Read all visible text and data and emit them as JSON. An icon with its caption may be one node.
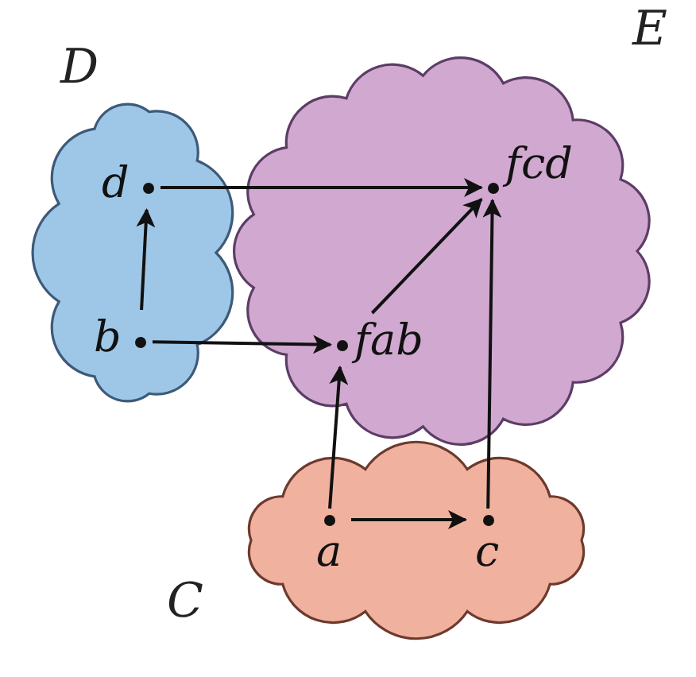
{
  "diagram": {
    "nodes": [
      {
        "text": [
          "D"
        ]
      },
      {
        "text": [
          "d"
        ],
        "in": 0
      },
      {
        "text": [
          "b"
        ],
        "in": 0
      },
      {
        "text": [
          "E"
        ]
      },
      {
        "text": [
          "fcd"
        ],
        "in": 3
      },
      {
        "text": [
          "fab"
        ],
        "in": 3
      },
      {
        "text": [
          "C"
        ]
      },
      {
        "text": [
          "a"
        ],
        "in": 6
      },
      {
        "text": [
          "c"
        ],
        "in": 6
      }
    ],
    "edges": [
      {
        "from": 2,
        "to": 1,
        "arrow": "to"
      },
      {
        "from": 1,
        "to": 4,
        "arrow": "to"
      },
      {
        "from": 2,
        "to": 5,
        "arrow": "to"
      },
      {
        "from": 5,
        "to": 4,
        "arrow": "to"
      },
      {
        "from": 7,
        "to": 5,
        "arrow": "to"
      },
      {
        "from": 8,
        "to": 4,
        "arrow": "to"
      },
      {
        "from": 7,
        "to": 8,
        "arrow": "to"
      }
    ]
  }
}
